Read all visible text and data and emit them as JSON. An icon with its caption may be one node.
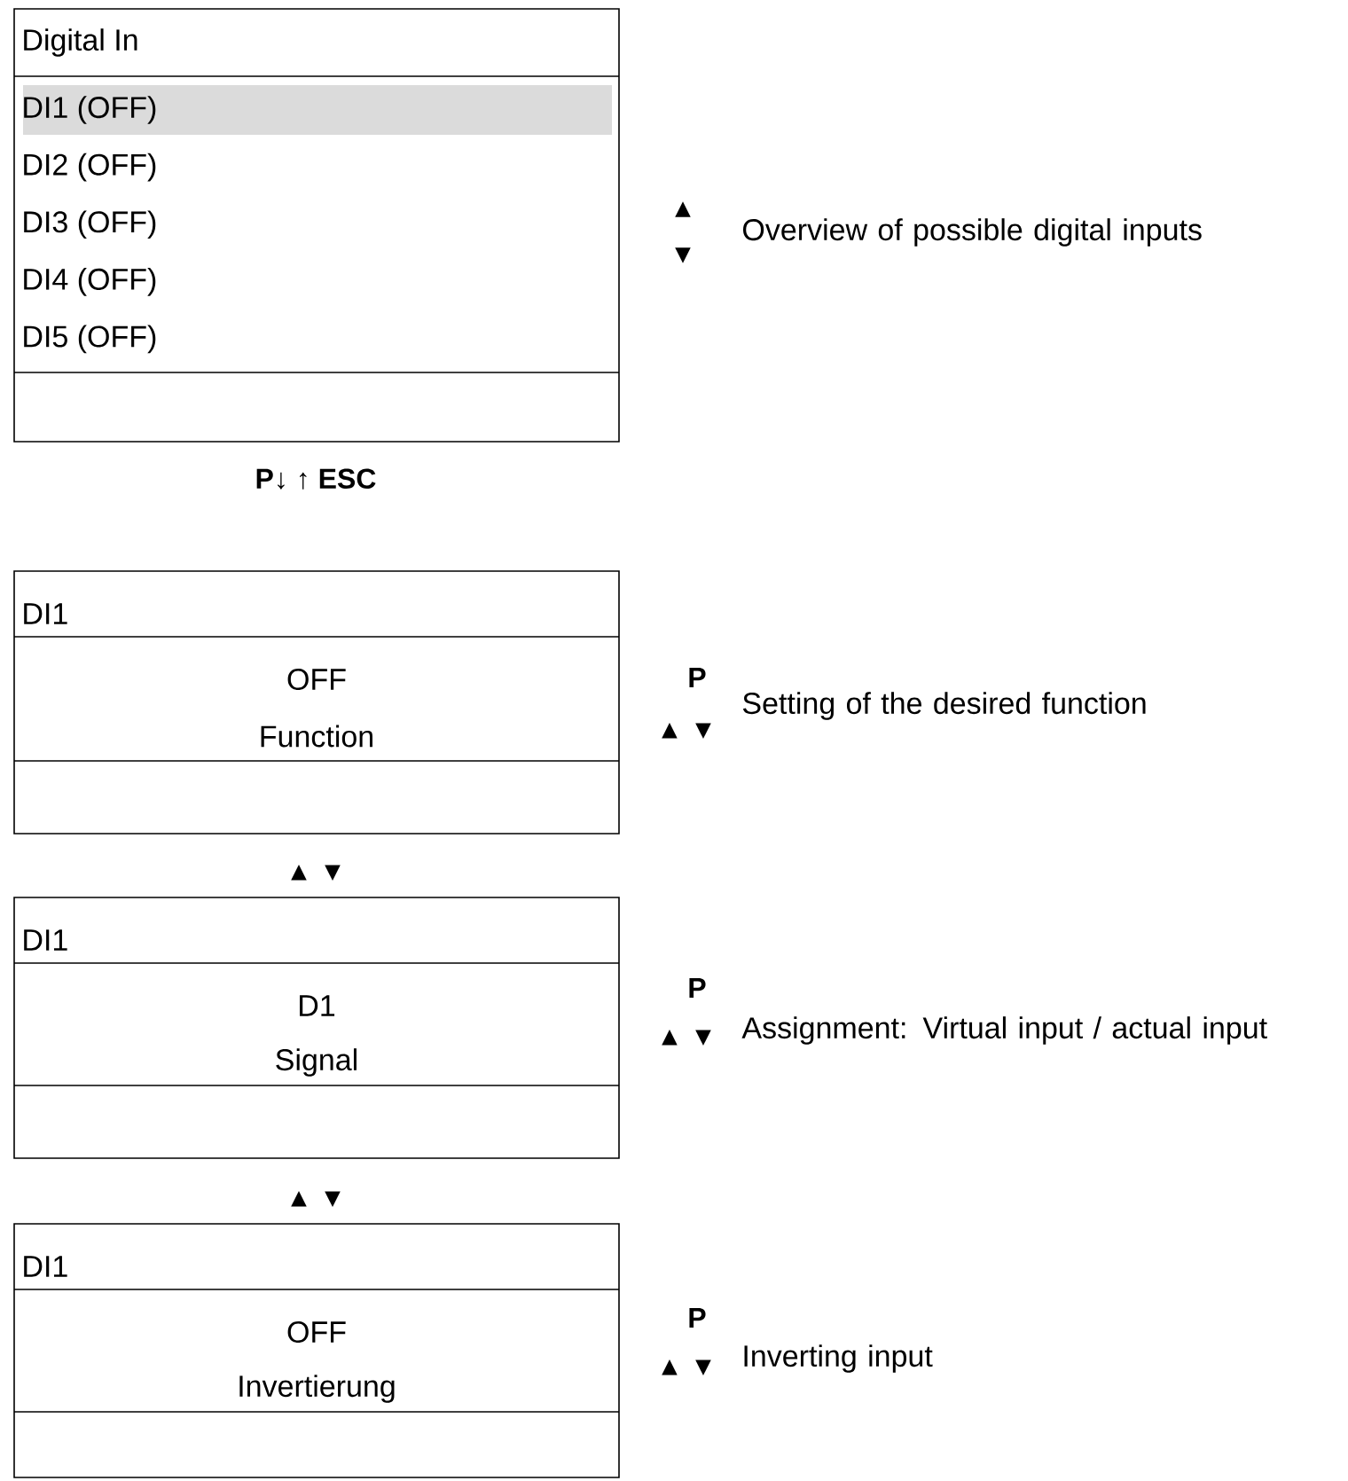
{
  "diagram": {
    "nodes": [
      {
        "text": [
          "Digital In",
          "DI1 (OFF)",
          "DI2 (OFF)",
          "DI3 (OFF)",
          "DI4 (OFF)",
          "DI5 (OFF)"
        ]
      },
      {
        "text": [
          "DI1",
          "OFF",
          "Function"
        ]
      },
      {
        "text": [
          "DI1",
          "D1",
          "Signal"
        ]
      },
      {
        "text": [
          "DI1",
          "OFF",
          "Invertierung"
        ]
      }
    ],
    "labels": [
      "▲",
      "▼",
      "Overview of possible digital inputs",
      "**P**↓ ↑ **ESC**",
      "P",
      "▲ ▼",
      "Setting of the desired function",
      "▲ ▼",
      "P",
      "▲ ▼",
      "Assignment: Virtual input / actual input",
      "▲ ▼",
      "P",
      "▲ ▼",
      "Inverting input"
    ]
  }
}
